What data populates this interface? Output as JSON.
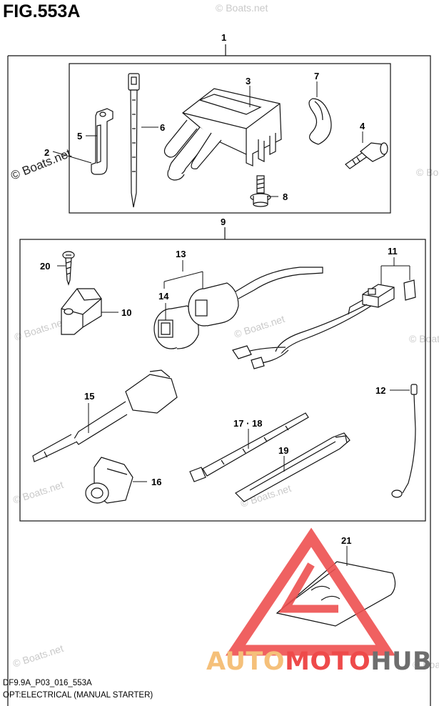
{
  "figure": {
    "title": "FIG.553A",
    "footer_line1": "DF9.9A_P03_016_553A",
    "footer_line2": "OPT:ELECTRICAL (MANUAL STARTER)"
  },
  "watermark": {
    "text": "© Boats.net",
    "brand_part1": "AUTO",
    "brand_part2": "MOTO",
    "brand_part3": "HUB",
    "brand_colors": {
      "auto": "#f5c07a",
      "moto": "#ee4a4a",
      "hub": "#6e6e6e"
    }
  },
  "callouts": {
    "c1": "1",
    "c2": "2",
    "c3": "3",
    "c4": "4",
    "c5": "5",
    "c6": "6",
    "c7": "7",
    "c8": "8",
    "c9": "9",
    "c10": "10",
    "c11": "11",
    "c12": "12",
    "c13": "13",
    "c14": "14",
    "c15": "15",
    "c16": "16",
    "c17": "17 · 18",
    "c19": "19",
    "c20": "20",
    "c21": "21"
  }
}
